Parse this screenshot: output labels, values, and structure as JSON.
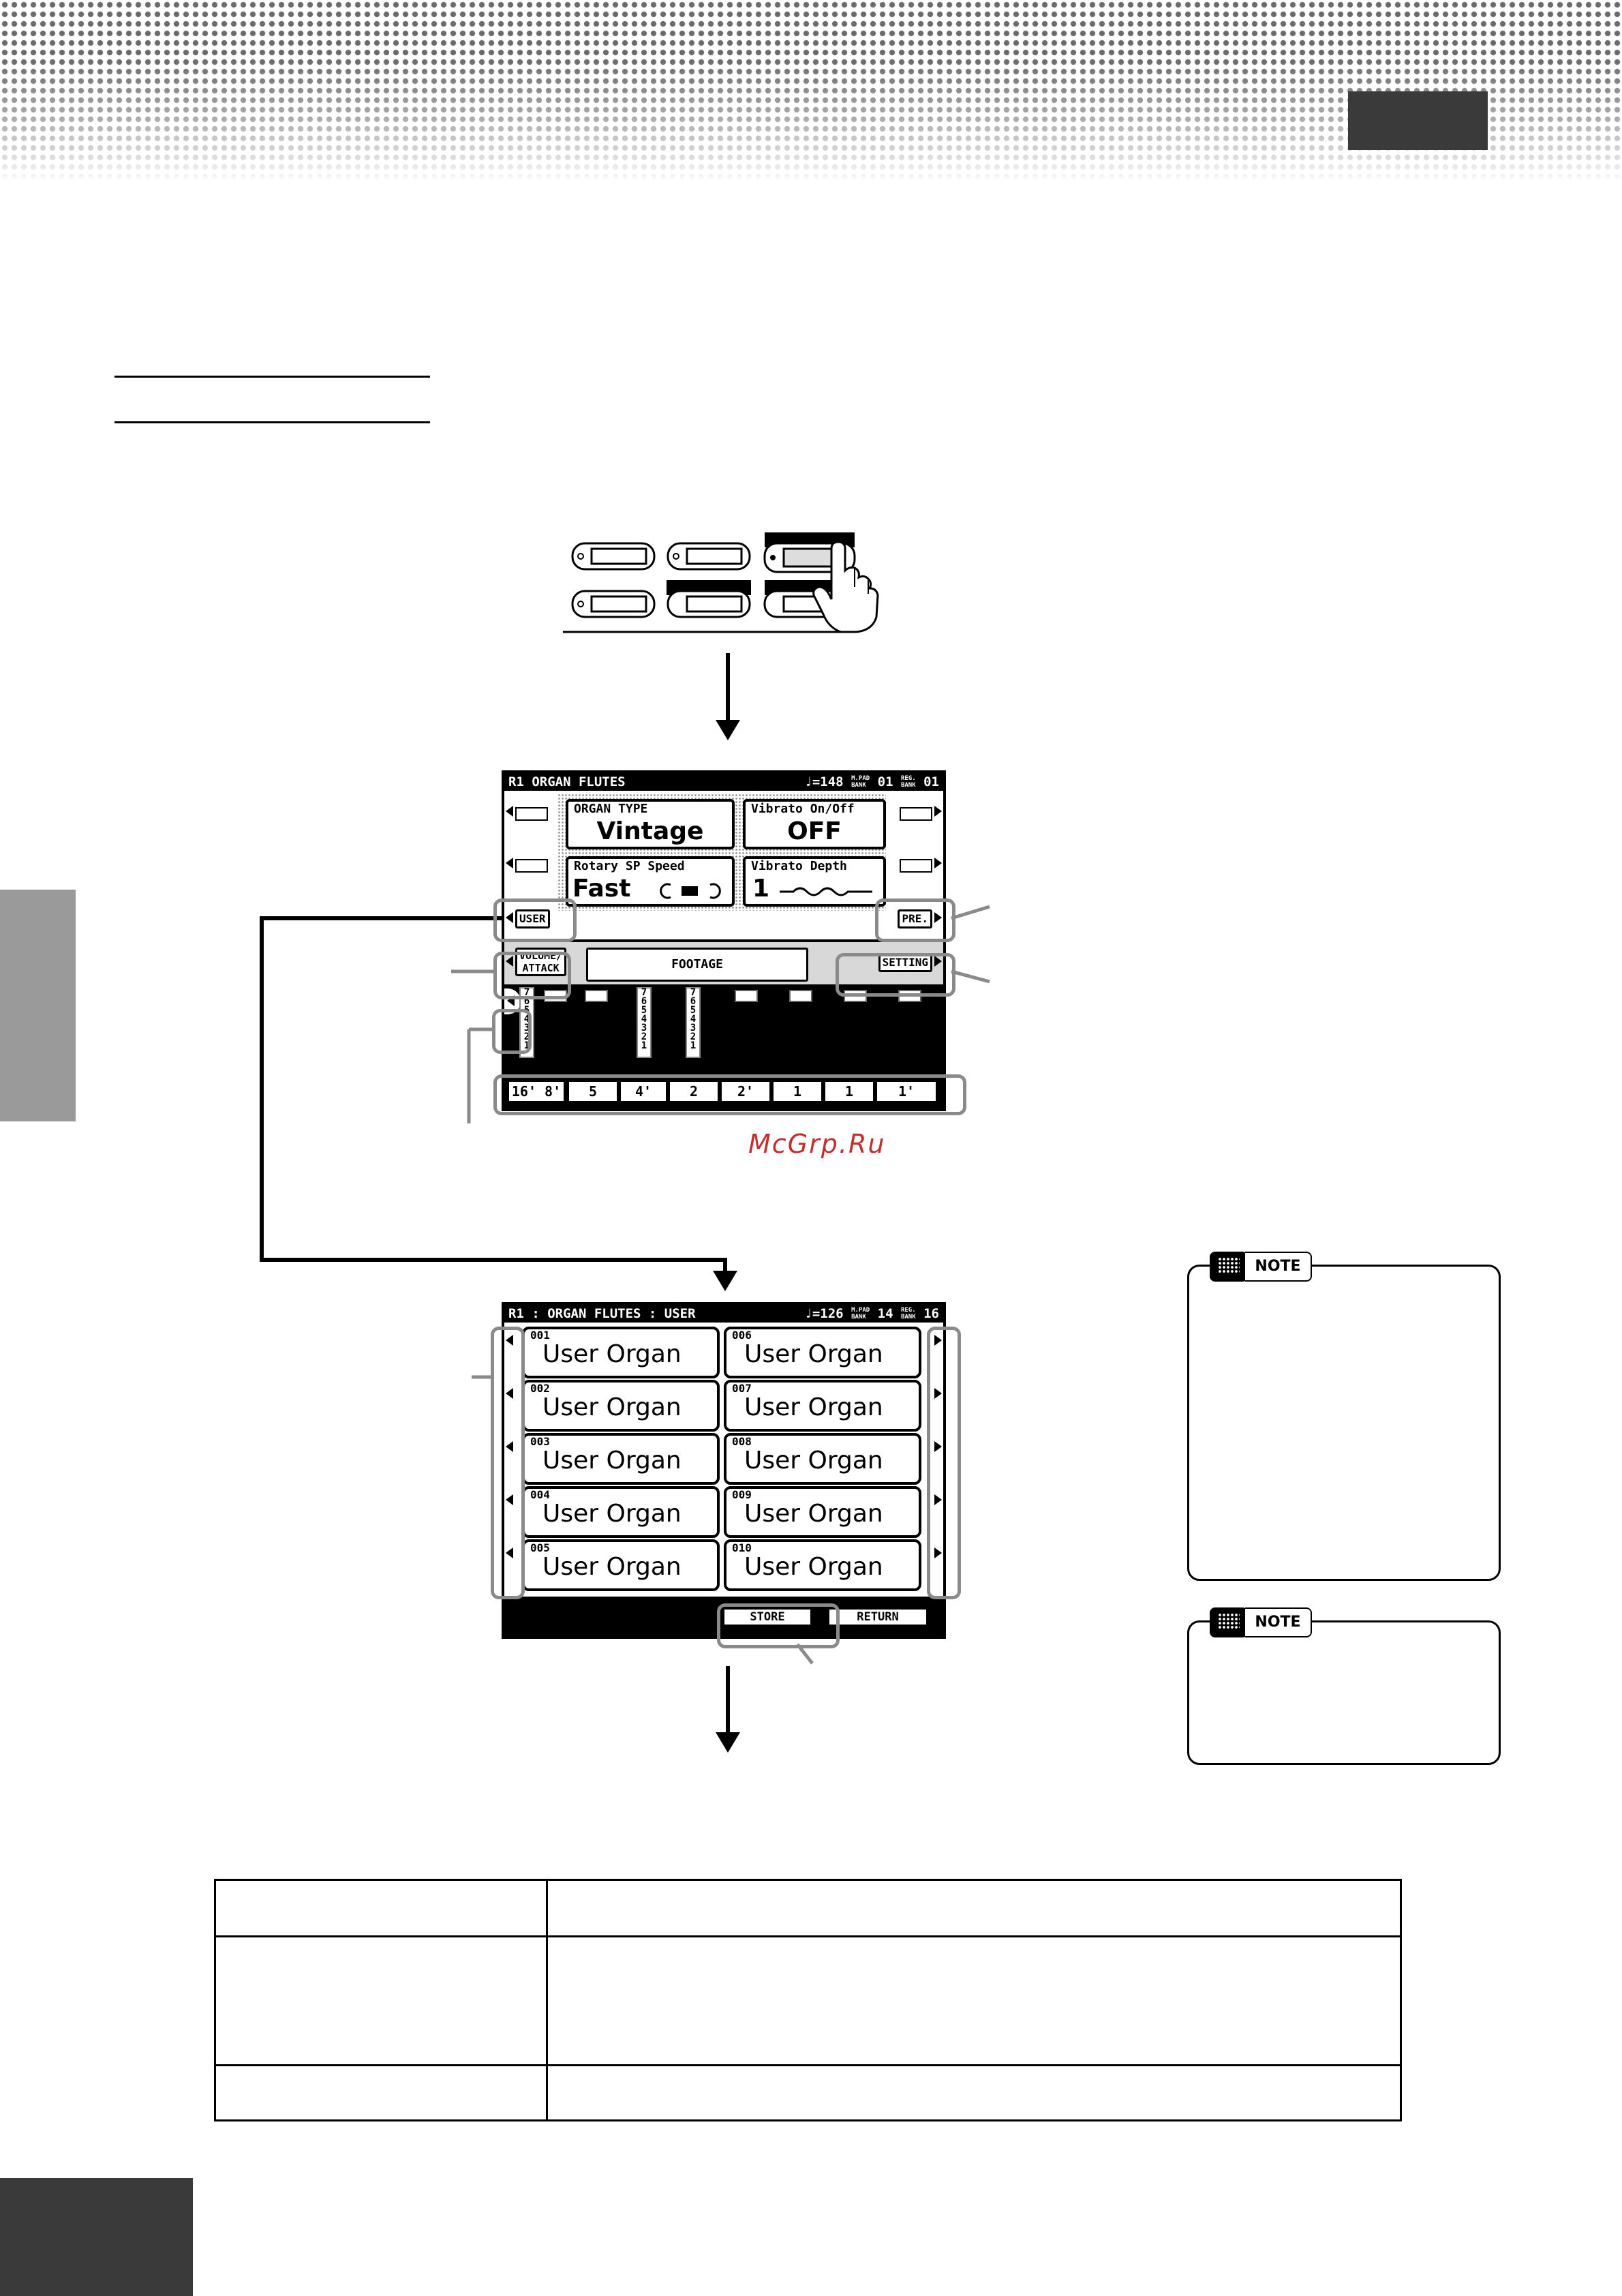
{
  "screen1": {
    "title_left": "R1   ORGAN FLUTES",
    "tempo_label": "♩=",
    "tempo": "148",
    "mpad_label": [
      "M.PAD",
      "BANK"
    ],
    "mpad_bank": "01",
    "reg_label": [
      "REG.",
      "BANK"
    ],
    "reg_bank": "01",
    "organ_type_label": "ORGAN TYPE",
    "organ_type_value": "Vintage",
    "vibrato_onoff_label": "Vibrato On/Off",
    "vibrato_onoff_value": "OFF",
    "rotary_label": "Rotary SP Speed",
    "rotary_value": "Fast",
    "vibrato_depth_label": "Vibrato Depth",
    "vibrato_depth_value": "1",
    "user_btn": "USER",
    "preset_btn": "PRE.",
    "volume_attack_btn": [
      "VOLUME/",
      "ATTACK"
    ],
    "footage_label": "FOOTAGE",
    "setting_btn": "SETTING",
    "drawbar_scale": [
      "7",
      "6",
      "5",
      "4",
      "3",
      "2",
      "1"
    ],
    "footages": [
      "16'",
      "8'",
      "5 1/3'",
      "4'",
      "2 2/3'",
      "2'",
      "1 3/5'",
      "1 1/3'",
      "1'"
    ]
  },
  "screen2": {
    "title_left": "R1 : ORGAN FLUTES : USER",
    "tempo_label": "♩=",
    "tempo": "126",
    "mpad_label": [
      "M.PAD",
      "BANK"
    ],
    "mpad_bank": "14",
    "reg_label": [
      "REG.",
      "BANK"
    ],
    "reg_bank": "16",
    "items": [
      {
        "num": "001",
        "name": "User Organ"
      },
      {
        "num": "002",
        "name": "User Organ"
      },
      {
        "num": "003",
        "name": "User Organ"
      },
      {
        "num": "004",
        "name": "User Organ"
      },
      {
        "num": "005",
        "name": "User Organ"
      },
      {
        "num": "006",
        "name": "User Organ"
      },
      {
        "num": "007",
        "name": "User Organ"
      },
      {
        "num": "008",
        "name": "User Organ"
      },
      {
        "num": "009",
        "name": "User Organ"
      },
      {
        "num": "010",
        "name": "User Organ"
      }
    ],
    "store_btn": "STORE",
    "return_btn": "RETURN"
  },
  "notes": [
    "NOTE",
    "NOTE"
  ],
  "watermark": "McGrp.Ru"
}
